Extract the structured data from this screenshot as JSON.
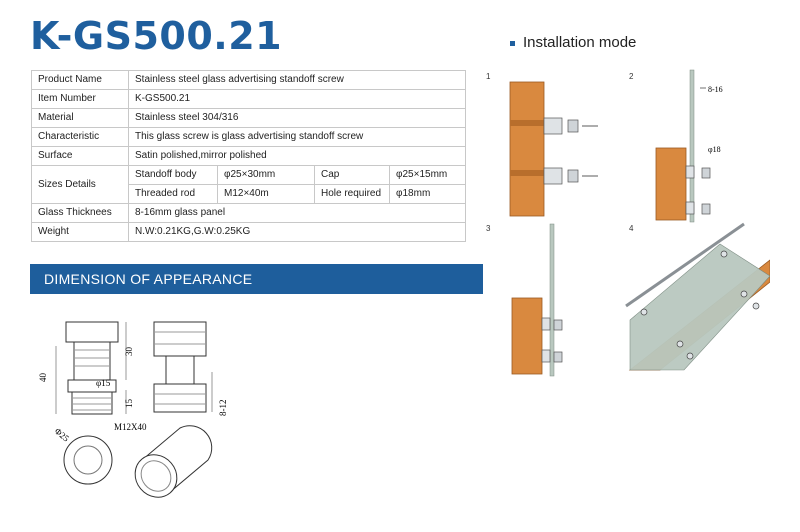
{
  "title": "K-GS500.21",
  "installation_heading": "Installation mode",
  "spec": {
    "product_name": {
      "label": "Product Name",
      "value": "Stainless steel glass advertising standoff screw"
    },
    "item_number": {
      "label": "Item Number",
      "value": "K-GS500.21"
    },
    "material": {
      "label": "Material",
      "value": "Stainless steel 304/316"
    },
    "characteristic": {
      "label": "Characteristic",
      "value": "This glass screw is glass advertising standoff screw"
    },
    "surface": {
      "label": "Surface",
      "value": "Satin polished,mirror polished"
    },
    "sizes": {
      "label": "Sizes Details",
      "standoff_body_label": "Standoff body",
      "standoff_body_value": "φ25×30mm",
      "cap_label": "Cap",
      "cap_value": "φ25×15mm",
      "threaded_rod_label": "Threaded rod",
      "threaded_rod_value": "M12×40m",
      "hole_required_label": "Hole required",
      "hole_required_value": "φ18mm"
    },
    "glass_thickness": {
      "label": "Glass Thicknees",
      "value": "8-16mm glass panel"
    },
    "weight": {
      "label": "Weight",
      "value": "N.W:0.21KG,G.W:0.25KG"
    }
  },
  "dimension_heading": "DIMENSION OF APPEARANCE",
  "dimension_labels": {
    "d30": "30",
    "d40": "40",
    "d15": "15",
    "dia15": "φ15",
    "d8_12": "8-12",
    "dia25": "Φ25",
    "m12x40": "M12X40"
  },
  "install_steps": {
    "s1": "1",
    "s2": "2",
    "s3": "3",
    "s4": "4",
    "thickness": "8-16",
    "hole": "φ18"
  },
  "colors": {
    "title_blue": "#1f5f9e",
    "bar_blue": "#1e5e9c",
    "wood": "#d9893f",
    "glass": "#b9c8bf"
  }
}
